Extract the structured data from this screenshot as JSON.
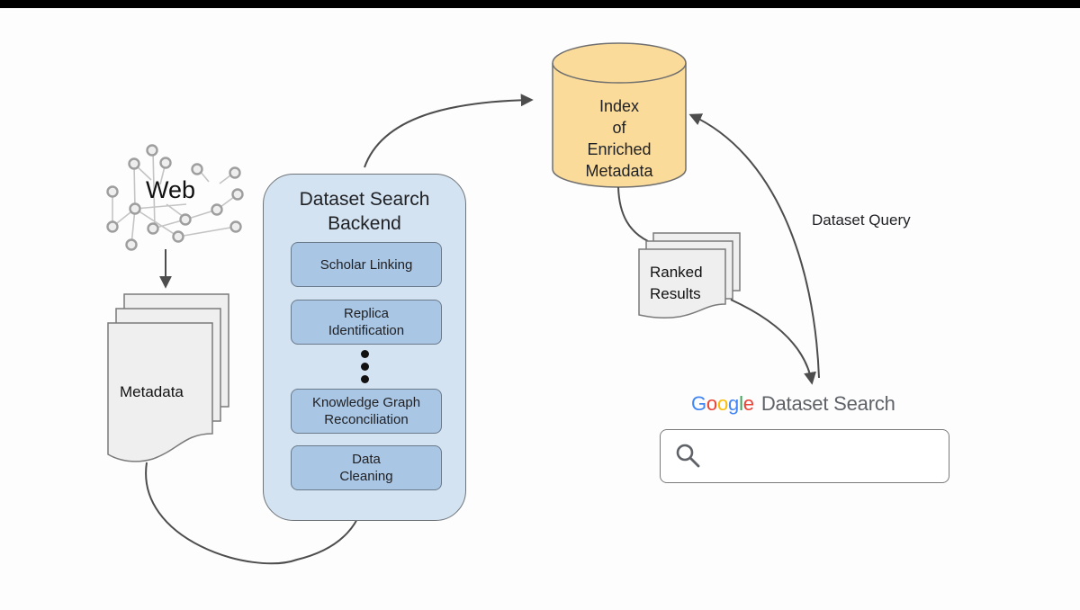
{
  "diagram": {
    "title": "Google Dataset Search architecture",
    "web": {
      "label": "Web",
      "icon": "network-graph-icon"
    },
    "metadata_doc": {
      "label": "Metadata",
      "icon": "document-stack-icon"
    },
    "backend": {
      "title_line1": "Dataset Search",
      "title_line2": "Backend",
      "steps": [
        {
          "line1": "Scholar Linking",
          "line2": ""
        },
        {
          "line1": "Replica",
          "line2": "Identification"
        },
        {
          "line1": "Knowledge Graph",
          "line2": "Reconciliation"
        },
        {
          "line1": "Data",
          "line2": "Cleaning"
        }
      ],
      "ellipsis": "vertical-ellipsis"
    },
    "index": {
      "line1": "Index",
      "line2": "of",
      "line3": "Enriched",
      "line4": "Metadata",
      "color": "#fbdb99"
    },
    "ranked_results": {
      "line1": "Ranked",
      "line2": "Results"
    },
    "query_label": "Dataset Query",
    "product": {
      "google_letters": [
        "G",
        "o",
        "o",
        "g",
        "l",
        "e"
      ],
      "name": "Dataset Search",
      "search_placeholder": ""
    },
    "edges": [
      {
        "from": "Web",
        "to": "Metadata"
      },
      {
        "from": "Metadata",
        "to": "Dataset Search Backend"
      },
      {
        "from": "Dataset Search Backend",
        "to": "Index of Enriched Metadata"
      },
      {
        "from": "Index of Enriched Metadata",
        "to": "Ranked Results"
      },
      {
        "from": "Ranked Results",
        "to": "Google Dataset Search"
      },
      {
        "from": "Google Dataset Search",
        "to": "Index of Enriched Metadata",
        "label": "Dataset Query"
      }
    ]
  }
}
